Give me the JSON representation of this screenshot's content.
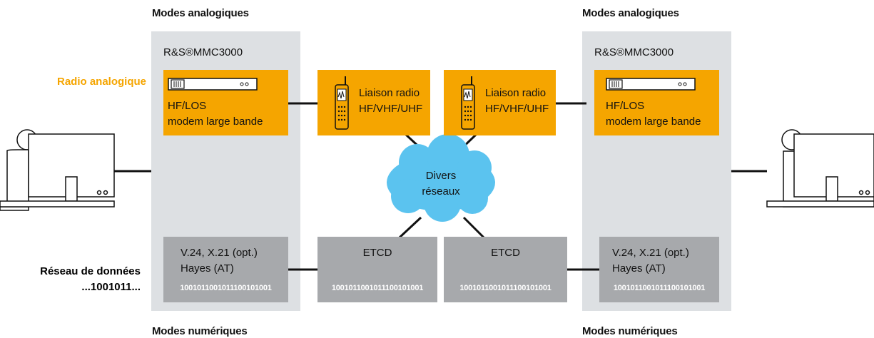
{
  "colors": {
    "accent": "#f5a500",
    "panel": "#dde0e3",
    "digital_box": "#a7a9ac",
    "cloud": "#5bc3ef"
  },
  "left_system": {
    "top_heading": "Modes analogiques",
    "bottom_heading": "Modes numériques",
    "device_title": "R&S®MMC3000",
    "modem": {
      "line1": "HF/LOS",
      "line2": "modem large bande"
    },
    "interface": {
      "line1": "V.24, X.21 (opt.)",
      "line2": "Hayes (AT)",
      "bits": "1001011001011100101001"
    }
  },
  "right_system": {
    "top_heading": "Modes analogiques",
    "bottom_heading": "Modes numériques",
    "device_title": "R&S®MMC3000",
    "modem": {
      "line1": "HF/LOS",
      "line2": "modem large bande"
    },
    "interface": {
      "line1": "V.24, X.21 (opt.)",
      "line2": "Hayes (AT)",
      "bits": "1001011001011100101001"
    }
  },
  "side_labels": {
    "radio": "Radio analogique",
    "data_line1": "Réseau de données",
    "data_line2": "...1001011..."
  },
  "radio_links": [
    {
      "line1": "Liaison radio",
      "line2": "HF/VHF/UHF"
    },
    {
      "line1": "Liaison radio",
      "line2": "HF/VHF/UHF"
    }
  ],
  "etcd_boxes": [
    {
      "label": "ETCD",
      "bits": "1001011001011100101001"
    },
    {
      "label": "ETCD",
      "bits": "1001011001011100101001"
    }
  ],
  "cloud": {
    "line1": "Divers",
    "line2": "réseaux"
  },
  "icons": [
    "radio-unit-icon",
    "handheld-radio-icon",
    "user-at-computer-icon",
    "network-cloud-icon"
  ]
}
